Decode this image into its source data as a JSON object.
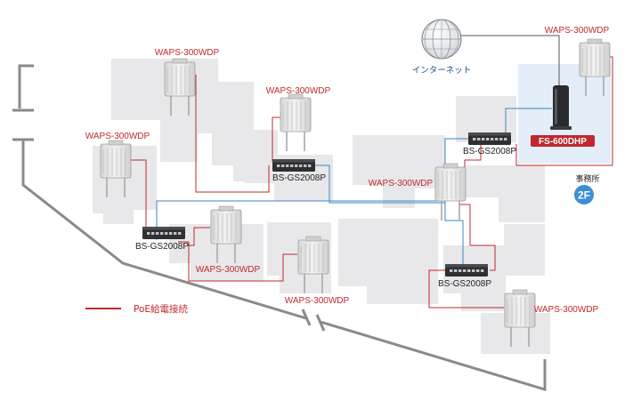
{
  "labels": {
    "internet": "インターネット",
    "router": "FS-600DHP",
    "office": "事務所",
    "floor": "2F",
    "legend": "PoE給電接続"
  },
  "switches": [
    {
      "label": "BS-GS2008P"
    },
    {
      "label": "BS-GS2008P"
    },
    {
      "label": "BS-GS2008P"
    },
    {
      "label": "BS-GS2008P"
    }
  ],
  "access_points": [
    {
      "label": "WAPS-300WDP"
    },
    {
      "label": "WAPS-300WDP"
    },
    {
      "label": "WAPS-300WDP"
    },
    {
      "label": "WAPS-300WDP"
    },
    {
      "label": "WAPS-300WDP"
    },
    {
      "label": "WAPS-300WDP"
    },
    {
      "label": "WAPS-300WDP"
    },
    {
      "label": "WAPS-300WDP"
    }
  ],
  "colors": {
    "poe_line": "#c0282d",
    "lan_line": "#3b86c4",
    "wan_line": "#555555",
    "wall": "#8a8a8a",
    "floor_block": "#e8e8ea",
    "office_area": "#e3eef8",
    "router_label_bg": "#c0282d",
    "floor_badge": "#3b8fd6"
  }
}
